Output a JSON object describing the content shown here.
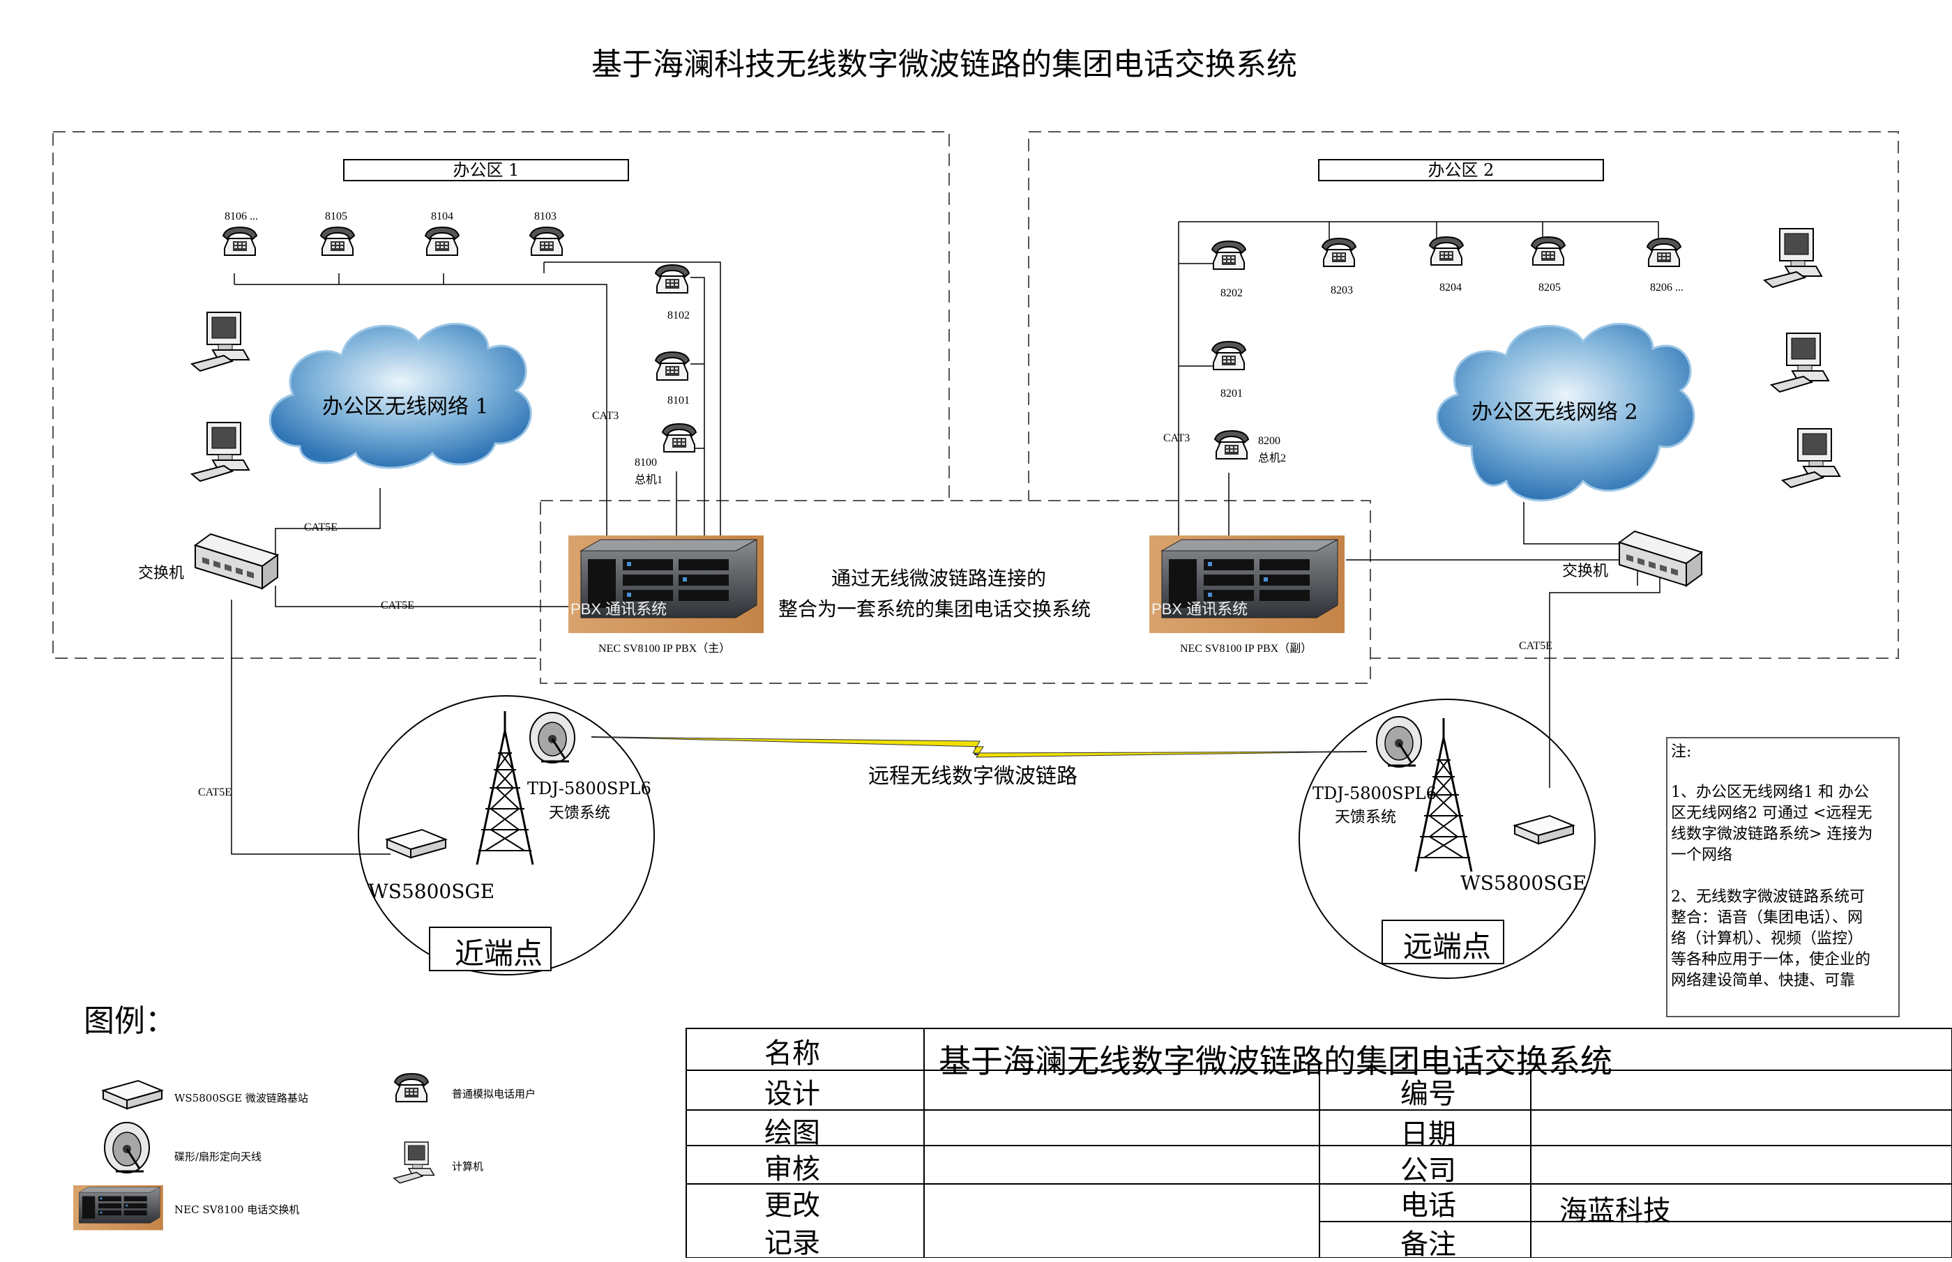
{
  "title": "基于海澜科技无线数字微波链路的集团电话交换系统",
  "zones": {
    "zone1_label": "办公区 1",
    "zone2_label": "办公区 2",
    "cloud1": "办公区无线网络 1",
    "cloud2": "办公区无线网络 2"
  },
  "phones": {
    "z1_top": [
      "8106 ...",
      "8105",
      "8104",
      "8103"
    ],
    "z1_side": [
      "8102",
      "8101",
      "8100"
    ],
    "z1_main": "总机1",
    "z2_top": [
      "8202",
      "8203",
      "8204",
      "8205",
      "8206 ..."
    ],
    "z2_side": [
      "8201",
      "8200"
    ],
    "z2_main": "总机2"
  },
  "cables": {
    "cat3": "CAT3",
    "cat5e": "CAT5E"
  },
  "devices": {
    "switch": "交换机",
    "pbx_main": "NEC SV8100 IP PBX（主）",
    "pbx_sub": "NEC SV8100 IP PBX（副）",
    "pbx_screen": "PBX 通讯系统",
    "antenna_model": "TDJ-5800SPL6",
    "antenna_system": "天馈系统",
    "base_station": "WS5800SGE",
    "near_end": "近端点",
    "far_end": "远端点"
  },
  "center_text": {
    "line1": "通过无线微波链路连接的",
    "line2": "整合为一套系统的集团电话交换系统"
  },
  "link_label": "远程无线数字微波链路",
  "notes": {
    "heading": "注:",
    "lines": [
      "1、办公区无线网络1 和 办公",
      "区无线网络2 可通过 <远程无",
      "线数字微波链路系统> 连接为",
      "一个网络",
      "",
      "2、无线数字微波链路系统可",
      "整合：语音（集团电话）、网",
      "络（计算机）、视频（监控）",
      "等各种应用于一体，使企业的",
      "网络建设简单、快捷、可靠"
    ]
  },
  "legend": {
    "heading": "图例：",
    "items": {
      "base_station": "WS5800SGE 微波链路基站",
      "antenna": "碟形/扇形定向天线",
      "pbx": "NEC SV8100 电话交换机",
      "phone": "普通模拟电话用户",
      "computer": "计算机"
    }
  },
  "title_block": {
    "name_label": "名称",
    "name_value": "基于海澜无线数字微波链路的集团电话交换系统",
    "design": "设计",
    "drawing": "绘图",
    "review": "审核",
    "change": "更改",
    "record": "记录",
    "number": "编号",
    "date": "日期",
    "company": "公司",
    "phone": "电话",
    "remark": "备注",
    "company_value": "海蓝科技"
  }
}
